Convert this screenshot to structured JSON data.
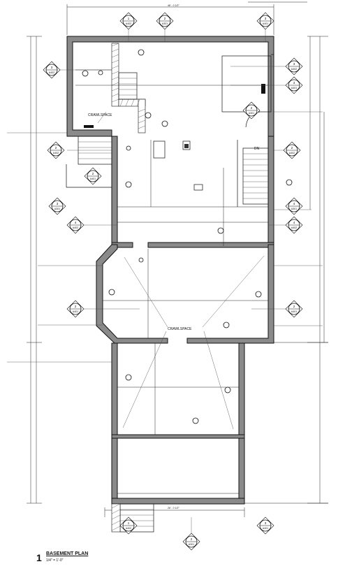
{
  "title": {
    "number": "1",
    "name": "BASEMENT PLAN",
    "scale": "1/4\" = 1'-0\""
  },
  "labels": {
    "crawlspace_upper": "CRAWLSPACE",
    "crawlspace_lower": "CRAWLSPACE",
    "stair_dn": "DN"
  },
  "section_tags": [
    {
      "id": "top-1",
      "num": "1",
      "sheet": "A402"
    },
    {
      "id": "top-2",
      "num": "2",
      "sheet": "A301"
    },
    {
      "id": "top-3",
      "num": "3",
      "sheet": "A401"
    },
    {
      "id": "left-3",
      "num": "3",
      "sheet": "A402"
    },
    {
      "id": "right-3a",
      "num": "3",
      "sheet": "A402"
    },
    {
      "id": "right-3b",
      "num": "3",
      "sheet": "A401"
    },
    {
      "id": "mid-2a",
      "num": "2",
      "sheet": "A301"
    },
    {
      "id": "left-2",
      "num": "2",
      "sheet": "A402"
    },
    {
      "id": "right-2",
      "num": "2",
      "sheet": "A402"
    },
    {
      "id": "mid-2b",
      "num": "2",
      "sheet": "A401"
    },
    {
      "id": "left-3b",
      "num": "3",
      "sheet": "A301"
    },
    {
      "id": "right-4",
      "num": "4",
      "sheet": "A301"
    },
    {
      "id": "left-4",
      "num": "4",
      "sheet": "A402"
    },
    {
      "id": "right-4b",
      "num": "4",
      "sheet": "A402"
    },
    {
      "id": "left-2c",
      "num": "2",
      "sheet": "A401"
    },
    {
      "id": "right-2c",
      "num": "2",
      "sheet": "A401"
    },
    {
      "id": "bot-1",
      "num": "1",
      "sheet": "A402"
    },
    {
      "id": "bot-2",
      "num": "2",
      "sheet": "A301"
    },
    {
      "id": "bot-3",
      "num": "3",
      "sheet": "A401"
    }
  ]
}
